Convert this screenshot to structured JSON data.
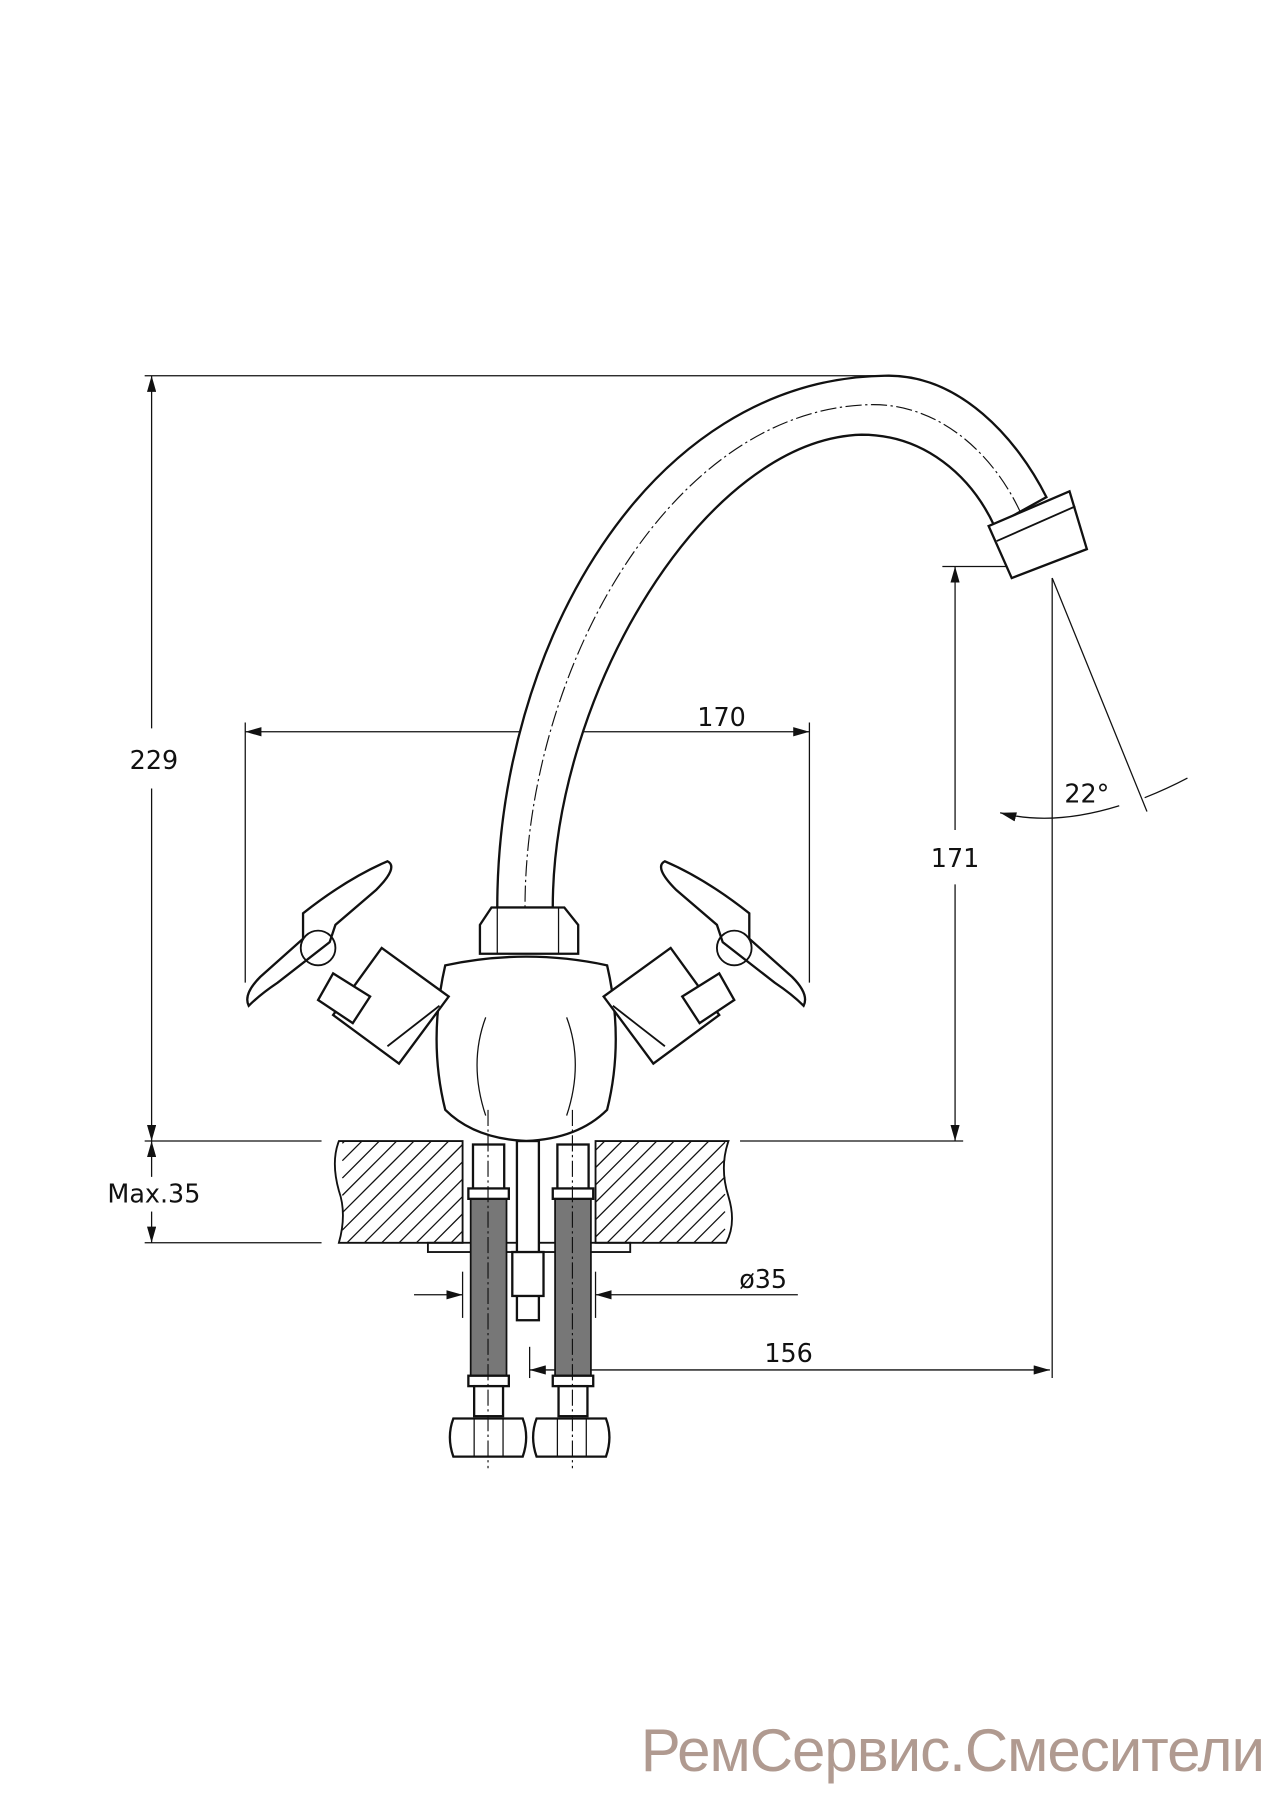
{
  "drawing": {
    "dimensions": {
      "total_height": "229",
      "handle_span": "170",
      "spout_height": "171",
      "spout_angle": "22°",
      "max_counter_thickness": "Max.35",
      "hole_diameter": "ø35",
      "spout_reach": "156"
    }
  },
  "watermark": "РемСервис.Смесители",
  "colors": {
    "line": "#111111",
    "watermark": "#b09a90"
  }
}
